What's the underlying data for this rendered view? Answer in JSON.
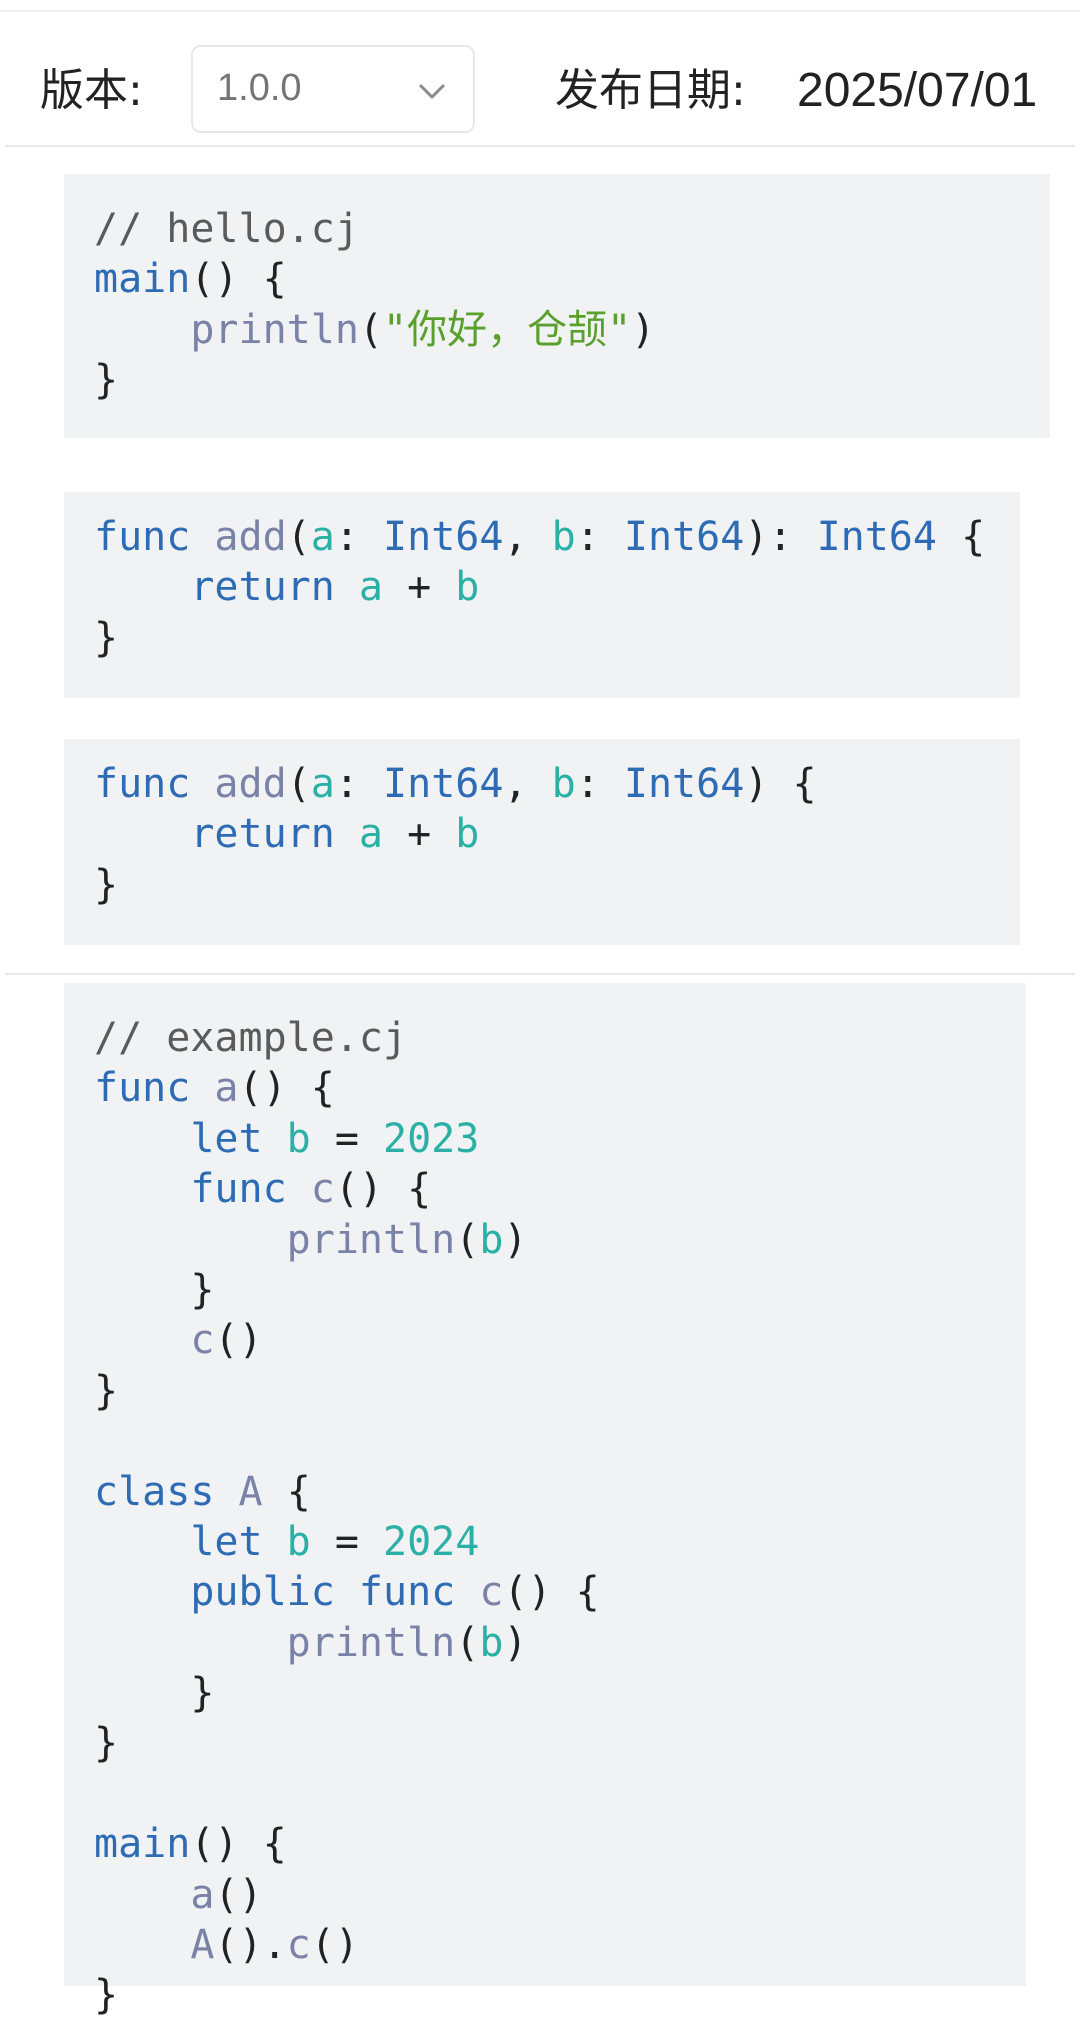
{
  "header": {
    "version_label": "版本:",
    "version_value": "1.0.0",
    "date_label": "发布日期:",
    "date_value": "2025/07/01",
    "chevron_icon": "chevron-down-icon"
  },
  "code_blocks": [
    {
      "lines": [
        [
          [
            "cm",
            "// hello.cj"
          ]
        ],
        [
          [
            "kw",
            "main"
          ],
          [
            "pn",
            "() {"
          ]
        ],
        [
          [
            "pn",
            "    "
          ],
          [
            "fn",
            "println"
          ],
          [
            "pn",
            "("
          ],
          [
            "str",
            "\"你好，仓颉\""
          ],
          [
            "pn",
            ")"
          ]
        ],
        [
          [
            "pn",
            "}"
          ]
        ]
      ]
    },
    {
      "lines": [
        [
          [
            "kw",
            "func"
          ],
          [
            "pn",
            " "
          ],
          [
            "fn",
            "add"
          ],
          [
            "pn",
            "("
          ],
          [
            "pr",
            "a"
          ],
          [
            "pn",
            ": "
          ],
          [
            "ty",
            "Int64"
          ],
          [
            "pn",
            ", "
          ],
          [
            "pr",
            "b"
          ],
          [
            "pn",
            ": "
          ],
          [
            "ty",
            "Int64"
          ],
          [
            "pn",
            "): "
          ],
          [
            "ty",
            "Int64"
          ],
          [
            "pn",
            " {"
          ]
        ],
        [
          [
            "pn",
            "    "
          ],
          [
            "kw",
            "return"
          ],
          [
            "pn",
            " "
          ],
          [
            "pr",
            "a"
          ],
          [
            "pn",
            " + "
          ],
          [
            "pr",
            "b"
          ]
        ],
        [
          [
            "pn",
            "}"
          ]
        ]
      ]
    },
    {
      "lines": [
        [
          [
            "kw",
            "func"
          ],
          [
            "pn",
            " "
          ],
          [
            "fn",
            "add"
          ],
          [
            "pn",
            "("
          ],
          [
            "pr",
            "a"
          ],
          [
            "pn",
            ": "
          ],
          [
            "ty",
            "Int64"
          ],
          [
            "pn",
            ", "
          ],
          [
            "pr",
            "b"
          ],
          [
            "pn",
            ": "
          ],
          [
            "ty",
            "Int64"
          ],
          [
            "pn",
            ") {"
          ]
        ],
        [
          [
            "pn",
            "    "
          ],
          [
            "kw",
            "return"
          ],
          [
            "pn",
            " "
          ],
          [
            "pr",
            "a"
          ],
          [
            "pn",
            " + "
          ],
          [
            "pr",
            "b"
          ]
        ],
        [
          [
            "pn",
            "}"
          ]
        ]
      ]
    },
    {
      "lines": [
        [
          [
            "cm",
            "// example.cj"
          ]
        ],
        [
          [
            "kw",
            "func"
          ],
          [
            "pn",
            " "
          ],
          [
            "fn",
            "a"
          ],
          [
            "pn",
            "() {"
          ]
        ],
        [
          [
            "pn",
            "    "
          ],
          [
            "kw",
            "let"
          ],
          [
            "pn",
            " "
          ],
          [
            "pr",
            "b"
          ],
          [
            "pn",
            " = "
          ],
          [
            "num",
            "2023"
          ]
        ],
        [
          [
            "pn",
            "    "
          ],
          [
            "kw",
            "func"
          ],
          [
            "pn",
            " "
          ],
          [
            "fn",
            "c"
          ],
          [
            "pn",
            "() {"
          ]
        ],
        [
          [
            "pn",
            "        "
          ],
          [
            "fn",
            "println"
          ],
          [
            "pn",
            "("
          ],
          [
            "pr",
            "b"
          ],
          [
            "pn",
            ")"
          ]
        ],
        [
          [
            "pn",
            "    }"
          ]
        ],
        [
          [
            "pn",
            "    "
          ],
          [
            "fn",
            "c"
          ],
          [
            "pn",
            "()"
          ]
        ],
        [
          [
            "pn",
            "}"
          ]
        ],
        [
          [
            "pn",
            ""
          ]
        ],
        [
          [
            "kw",
            "class"
          ],
          [
            "pn",
            " "
          ],
          [
            "fn",
            "A"
          ],
          [
            "pn",
            " {"
          ]
        ],
        [
          [
            "pn",
            "    "
          ],
          [
            "kw",
            "let"
          ],
          [
            "pn",
            " "
          ],
          [
            "pr",
            "b"
          ],
          [
            "pn",
            " = "
          ],
          [
            "num",
            "2024"
          ]
        ],
        [
          [
            "pn",
            "    "
          ],
          [
            "kw",
            "public"
          ],
          [
            "pn",
            " "
          ],
          [
            "kw",
            "func"
          ],
          [
            "pn",
            " "
          ],
          [
            "fn",
            "c"
          ],
          [
            "pn",
            "() {"
          ]
        ],
        [
          [
            "pn",
            "        "
          ],
          [
            "fn",
            "println"
          ],
          [
            "pn",
            "("
          ],
          [
            "pr",
            "b"
          ],
          [
            "pn",
            ")"
          ]
        ],
        [
          [
            "pn",
            "    }"
          ]
        ],
        [
          [
            "pn",
            "}"
          ]
        ],
        [
          [
            "pn",
            ""
          ]
        ],
        [
          [
            "kw",
            "main"
          ],
          [
            "pn",
            "() {"
          ]
        ],
        [
          [
            "pn",
            "    "
          ],
          [
            "fn",
            "a"
          ],
          [
            "pn",
            "()"
          ]
        ],
        [
          [
            "pn",
            "    "
          ],
          [
            "fn",
            "A"
          ],
          [
            "pn",
            "()."
          ],
          [
            "fn",
            "c"
          ],
          [
            "pn",
            "()"
          ]
        ],
        [
          [
            "pn",
            "}"
          ]
        ]
      ]
    }
  ]
}
